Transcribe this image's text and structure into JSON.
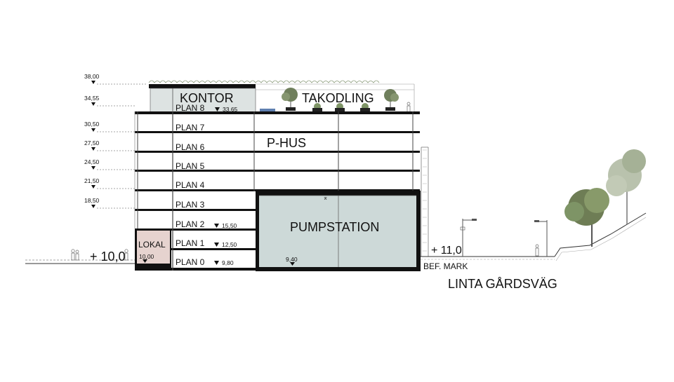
{
  "levels": [
    "38,00",
    "34,55",
    "30,50",
    "27,50",
    "24,50",
    "21,50",
    "18,50"
  ],
  "floors": [
    "PLAN 8",
    "PLAN 7",
    "PLAN 6",
    "PLAN 5",
    "PLAN 4",
    "PLAN 3",
    "PLAN 2",
    "PLAN 1",
    "PLAN 0"
  ],
  "floor_elevations": {
    "plan8": "33,65",
    "plan2": "15,50",
    "plan1": "12,50",
    "plan0": "9,80"
  },
  "labels": {
    "kontor": "KONTOR",
    "takodling": "TAKODLING",
    "phus": "P-HUS",
    "pumpstation": "PUMPSTATION",
    "lokal": "LOKAL",
    "lokal_level": "10,00",
    "pump_level": "9,40",
    "ground_left": "+ 10,0",
    "ground_right": "+ 11,0",
    "bef_mark": "BEF. MARK",
    "street": "LINTA GÅRDSVÄG"
  },
  "colors": {
    "pumpstation_fill": "#cdd9d8",
    "kontor_fill": "#dde3e2",
    "lokal_fill": "#e6d3cf",
    "structure": "#111111",
    "tree": "#7e9466"
  }
}
